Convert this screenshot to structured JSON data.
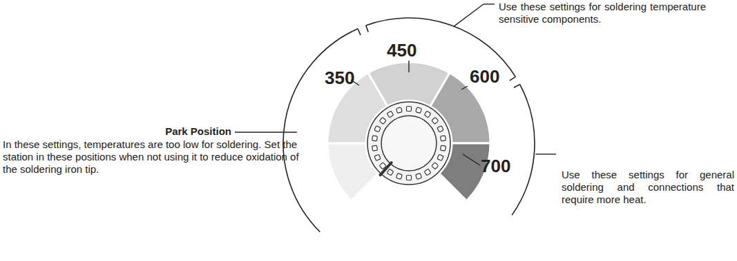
{
  "diagram": {
    "labels": [
      "Use these settings for soldering temperature sensitive components.",
      "450",
      "350",
      "600",
      "700",
      "Park Position",
      "In these settings, temperatures are too low for soldering. Set the station in these positions when not using it to reduce oxidation of the soldering iron tip.",
      "Use these settings for general soldering and connections that require more heat."
    ]
  }
}
